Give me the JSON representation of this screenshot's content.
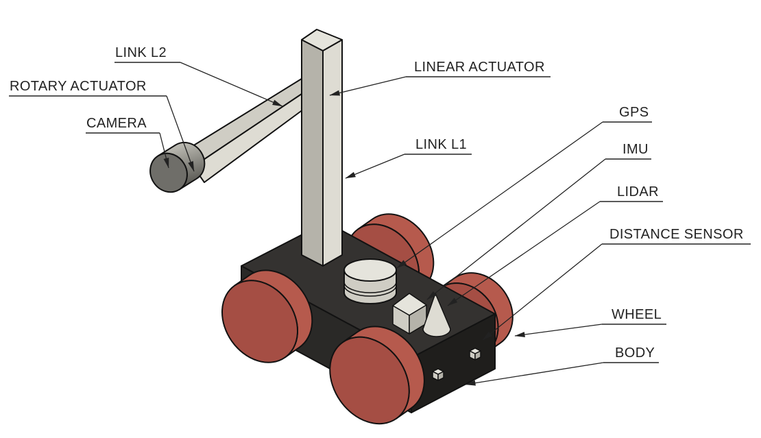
{
  "diagram": {
    "description": "Annotated isometric CAD drawing of a four-wheeled mobile robot with a sensor payload and a two-link manipulator arm",
    "labels": [
      {
        "id": "link-l2",
        "text": "LINK L2"
      },
      {
        "id": "rotary-actuator",
        "text": "ROTARY ACTUATOR"
      },
      {
        "id": "camera",
        "text": "CAMERA"
      },
      {
        "id": "linear-actuator",
        "text": "LINEAR ACTUATOR"
      },
      {
        "id": "link-l1",
        "text": "LINK L1"
      },
      {
        "id": "gps",
        "text": "GPS"
      },
      {
        "id": "imu",
        "text": "IMU"
      },
      {
        "id": "lidar",
        "text": "LIDAR"
      },
      {
        "id": "distance-sensor",
        "text": "DISTANCE SENSOR"
      },
      {
        "id": "wheel",
        "text": "WHEEL"
      },
      {
        "id": "body",
        "text": "BODY"
      }
    ],
    "colors": {
      "background": "#ffffff",
      "outline": "#121212",
      "annotation": "#222222",
      "wheel_face": "#a54e44",
      "wheel_rim": "#b65a4d",
      "body_top": "#343230",
      "body_left": "#2a2927",
      "body_right": "#1f1e1c",
      "metal_top": "#e5e4dc",
      "metal_light": "#dedcd3",
      "metal_mid": "#cfcdc4",
      "metal_dark": "#b5b3aa",
      "camera_face": "#6f6e69",
      "cyl_band_dark": "#54534e",
      "cyl_band_light": "#b8b7af"
    }
  }
}
